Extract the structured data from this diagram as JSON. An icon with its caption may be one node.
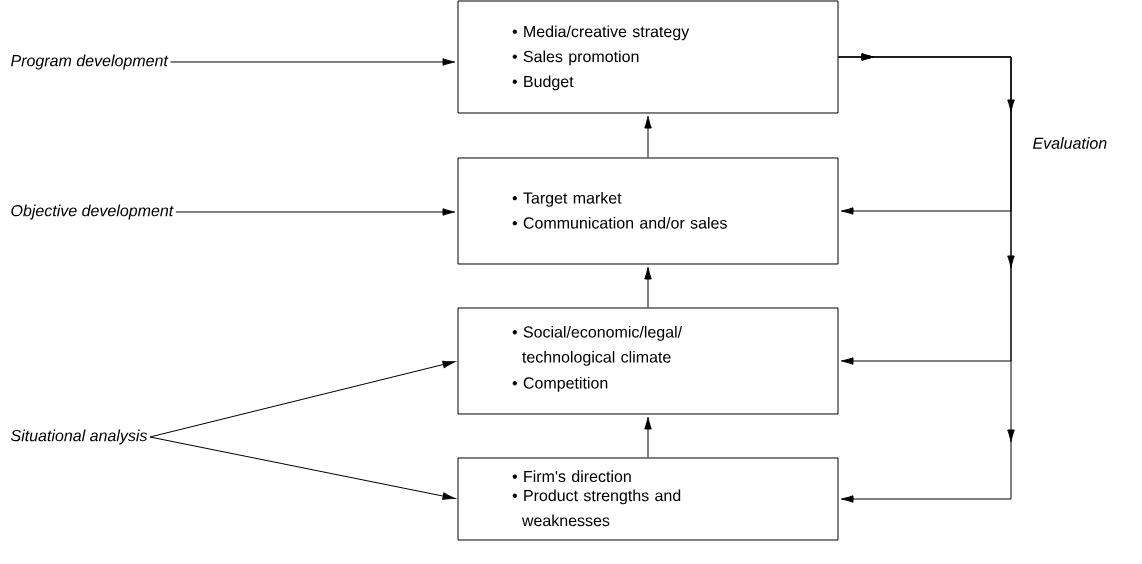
{
  "diagram": {
    "nodes": [
      {
        "text": [
          "Program development"
        ]
      },
      {
        "text": [
          "• Media/creative strategy",
          "• Sales promotion",
          "• Budget"
        ]
      },
      {
        "text": [
          "Objective development"
        ]
      },
      {
        "text": [
          "• Target market",
          "• Communication and/or sales"
        ]
      },
      {
        "text": [
          "Situational analysis"
        ]
      },
      {
        "text": [
          "• Social/economic/legal/ technological climate",
          "• Competition"
        ]
      },
      {
        "text": [
          "• Firm's direction",
          "• Product strengths and weaknesses"
        ]
      }
    ],
    "edges": [
      {
        "from": 0,
        "to": 1,
        "arrow": "to"
      },
      {
        "from": 3,
        "to": 1,
        "arrow": "to"
      },
      {
        "from": 2,
        "to": 3,
        "arrow": "to"
      },
      {
        "from": 5,
        "to": 3,
        "arrow": "to"
      },
      {
        "from": 4,
        "to": 5,
        "arrow": "to"
      },
      {
        "from": 4,
        "to": 6,
        "arrow": "to"
      },
      {
        "from": 6,
        "to": 5,
        "arrow": "to"
      },
      {
        "from": 1,
        "to": 3,
        "arrow": "to"
      },
      {
        "from": 1,
        "to": 5,
        "arrow": "to"
      },
      {
        "from": 1,
        "to": 6,
        "arrow": "to"
      }
    ],
    "labels": [
      "Evaluation"
    ]
  }
}
